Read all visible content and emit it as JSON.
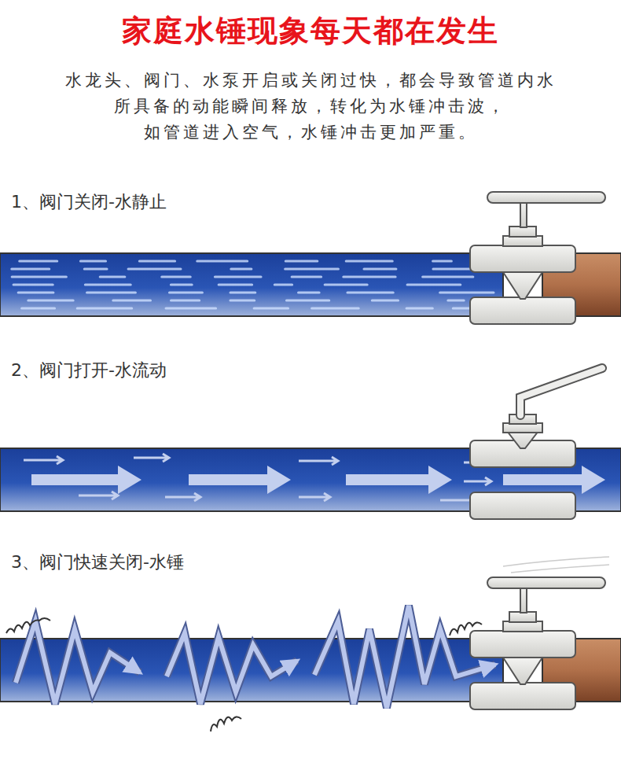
{
  "diagram": {
    "title": "家庭水锤现象每天都在发生",
    "labels": [
      "水龙头、阀门、水泵开启或关闭过快，都会导致管道内水 所具备的动能瞬间释放，转化为水锤冲击波， 如管道进入空气，水锤冲击更加严重。",
      "1、阀门关闭-水静止",
      "2、阀门打开-水流动",
      "3、阀门快速关闭-水锤"
    ]
  }
}
